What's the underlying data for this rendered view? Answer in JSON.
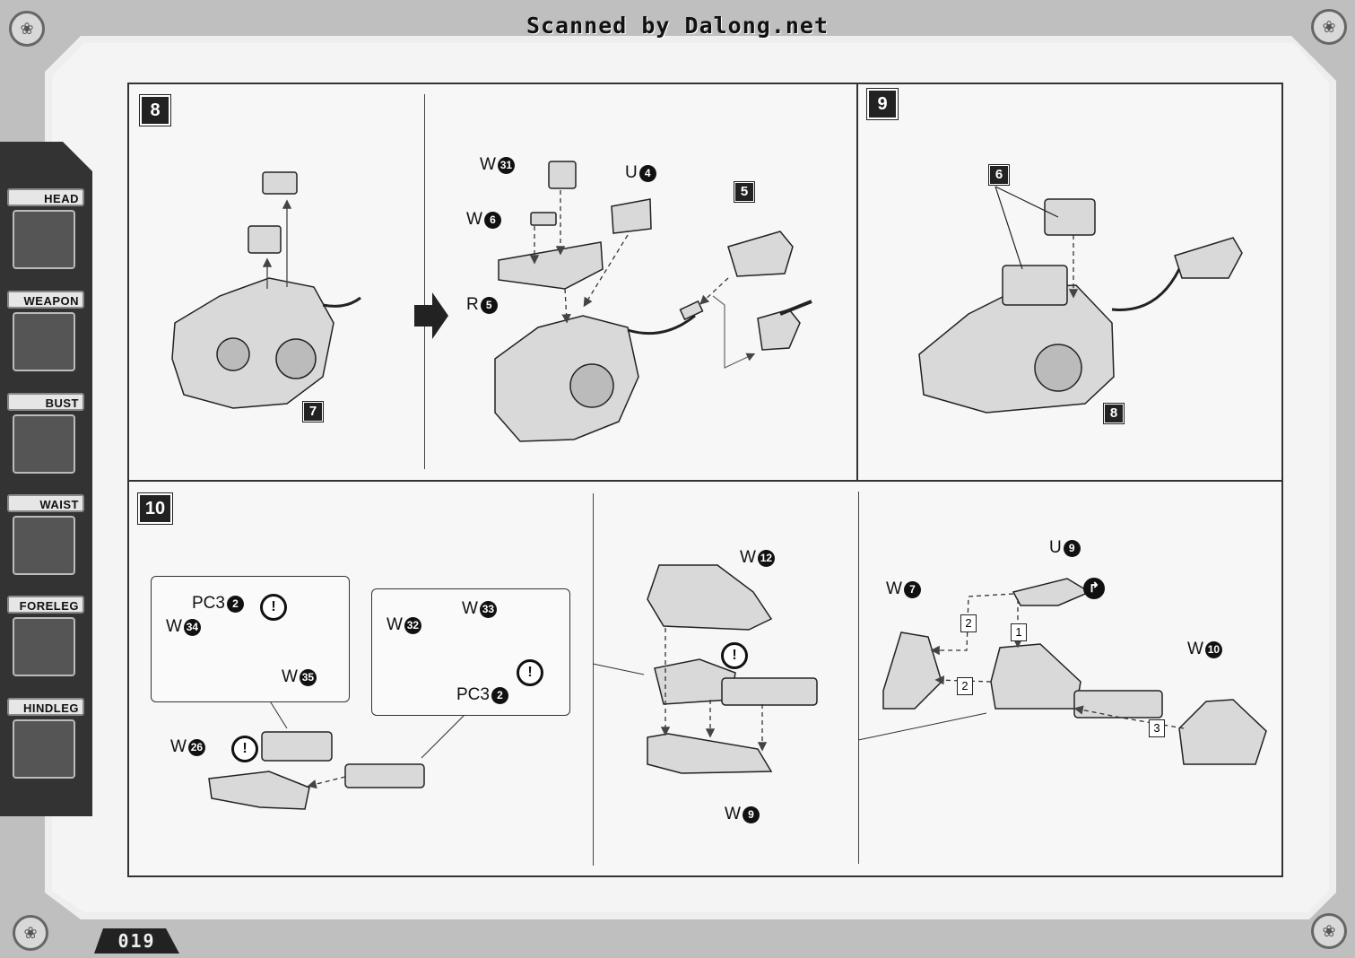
{
  "header": {
    "scan_credit": "Scanned by Dalong.net"
  },
  "page": {
    "number": "019"
  },
  "sidebar": {
    "items": [
      {
        "label": "HEAD"
      },
      {
        "label": "WEAPON"
      },
      {
        "label": "BUST"
      },
      {
        "label": "WAIST"
      },
      {
        "label": "FORELEG"
      },
      {
        "label": "HINDLEG"
      }
    ]
  },
  "steps": {
    "s8": {
      "number": "8",
      "ref_7": "7",
      "parts": {
        "w31": {
          "l": "W",
          "n": "31"
        },
        "u4": {
          "l": "U",
          "n": "4"
        },
        "w6": {
          "l": "W",
          "n": "6"
        },
        "r5": {
          "l": "R",
          "n": "5"
        }
      },
      "ref_5": "5"
    },
    "s9": {
      "number": "9",
      "ref_6": "6",
      "ref_8": "8"
    },
    "s10": {
      "number": "10",
      "parts": {
        "pc3a": {
          "l": "PC3",
          "n": "2"
        },
        "w34": {
          "l": "W",
          "n": "34"
        },
        "w35": {
          "l": "W",
          "n": "35"
        },
        "w32": {
          "l": "W",
          "n": "32"
        },
        "w33": {
          "l": "W",
          "n": "33"
        },
        "pc3b": {
          "l": "PC3",
          "n": "2"
        },
        "w26": {
          "l": "W",
          "n": "26"
        },
        "w12": {
          "l": "W",
          "n": "12"
        },
        "w9": {
          "l": "W",
          "n": "9"
        },
        "u9": {
          "l": "U",
          "n": "9"
        },
        "w7": {
          "l": "W",
          "n": "7"
        },
        "w10": {
          "l": "W",
          "n": "10"
        }
      },
      "order_tags": [
        "2",
        "1",
        "2",
        "3"
      ],
      "caution_mark": "!"
    }
  }
}
